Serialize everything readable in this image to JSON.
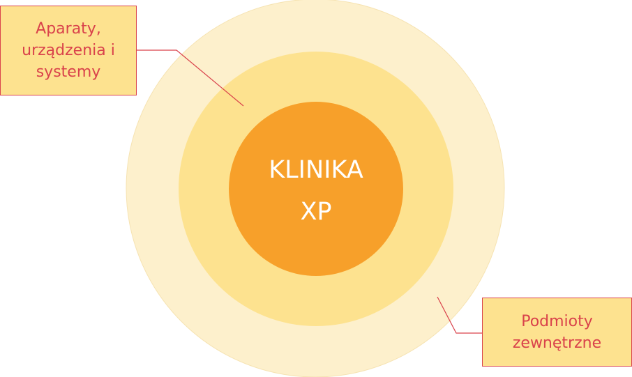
{
  "diagram": {
    "core": {
      "line1": "KLINIKA",
      "line2": "XP"
    },
    "callouts": {
      "inner_ring": {
        "line1": "Aparaty,",
        "line2": "urządzenia i",
        "line3": "systemy"
      },
      "outer_ring": {
        "line1": "Podmioty",
        "line2": "zewnętrzne"
      }
    },
    "colors": {
      "outer_ring": "#fdf0cc",
      "middle_ring": "#fde28f",
      "core": "#f7a02a",
      "callout_border": "#d9424b",
      "callout_text": "#d9424b",
      "callout_fill": "#fde28f",
      "core_text": "#ffffff"
    }
  }
}
